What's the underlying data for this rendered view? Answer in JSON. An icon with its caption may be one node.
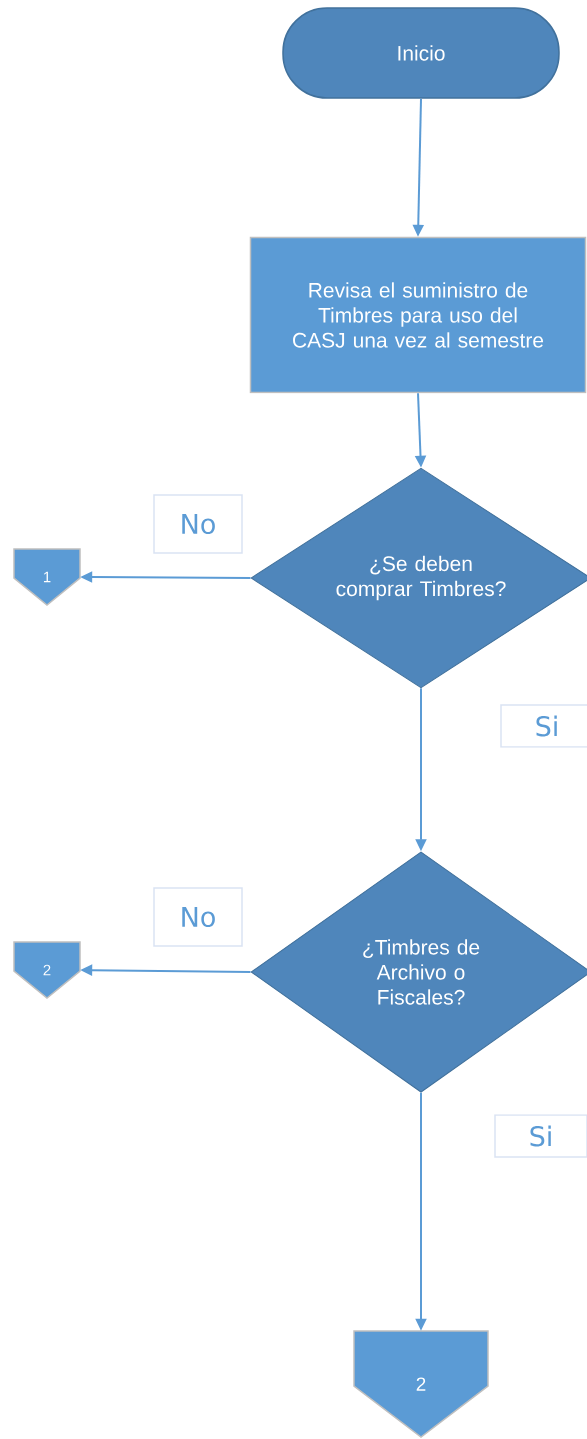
{
  "diagram": {
    "nodes": [
      {
        "text": [
          "Inicio"
        ]
      },
      {
        "text": [
          "Revisa el suministro de Timbres para uso del CASJ una vez al semestre"
        ]
      },
      {
        "text": [
          "¿Se deben comprar Timbres?"
        ]
      },
      {
        "text": [
          "1"
        ]
      },
      {
        "text": [
          "¿Timbres de Archivo o Fiscales?"
        ]
      },
      {
        "text": [
          "2"
        ]
      },
      {
        "text": [
          "2"
        ]
      }
    ],
    "edges": [
      {
        "from": 0,
        "to": 1,
        "arrow": "to"
      },
      {
        "from": 1,
        "to": 2,
        "arrow": "to"
      },
      {
        "from": 2,
        "to": 3,
        "arrow": "to",
        "label": "No"
      },
      {
        "from": 2,
        "to": 4,
        "arrow": "to",
        "label": "Si"
      },
      {
        "from": 4,
        "to": 5,
        "arrow": "to",
        "label": "No"
      },
      {
        "from": 4,
        "to": 6,
        "arrow": "to",
        "label": "Si"
      }
    ]
  }
}
